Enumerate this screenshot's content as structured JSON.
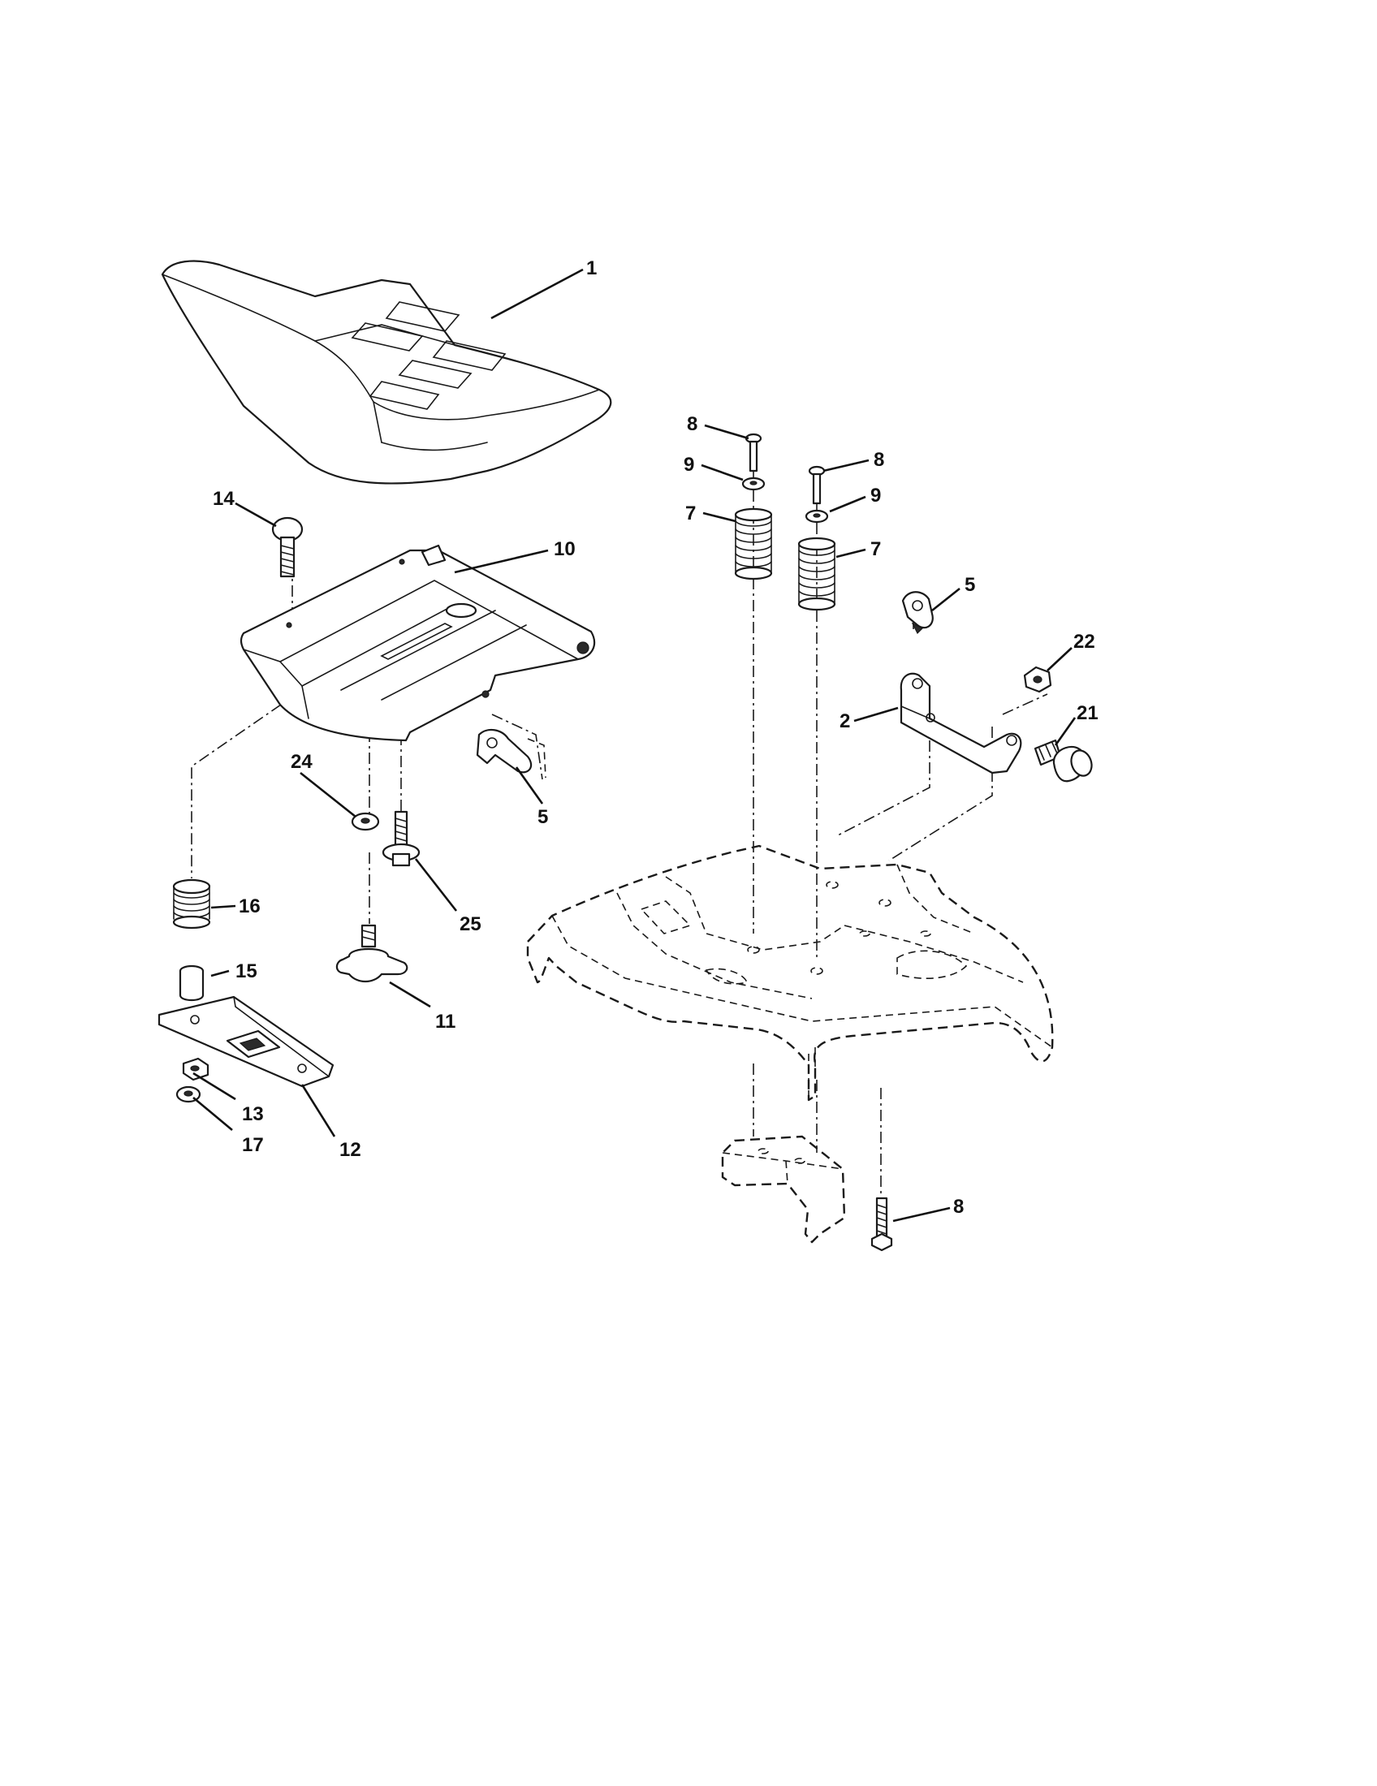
{
  "callouts": {
    "c1": "1",
    "c2": "2",
    "c5a": "5",
    "c5b": "5",
    "c7a": "7",
    "c7b": "7",
    "c8a": "8",
    "c8b": "8",
    "c8c": "8",
    "c9a": "9",
    "c9b": "9",
    "c10": "10",
    "c11": "11",
    "c12": "12",
    "c13": "13",
    "c14": "14",
    "c15": "15",
    "c16": "16",
    "c17": "17",
    "c21": "21",
    "c22": "22",
    "c24": "24",
    "c25": "25"
  }
}
